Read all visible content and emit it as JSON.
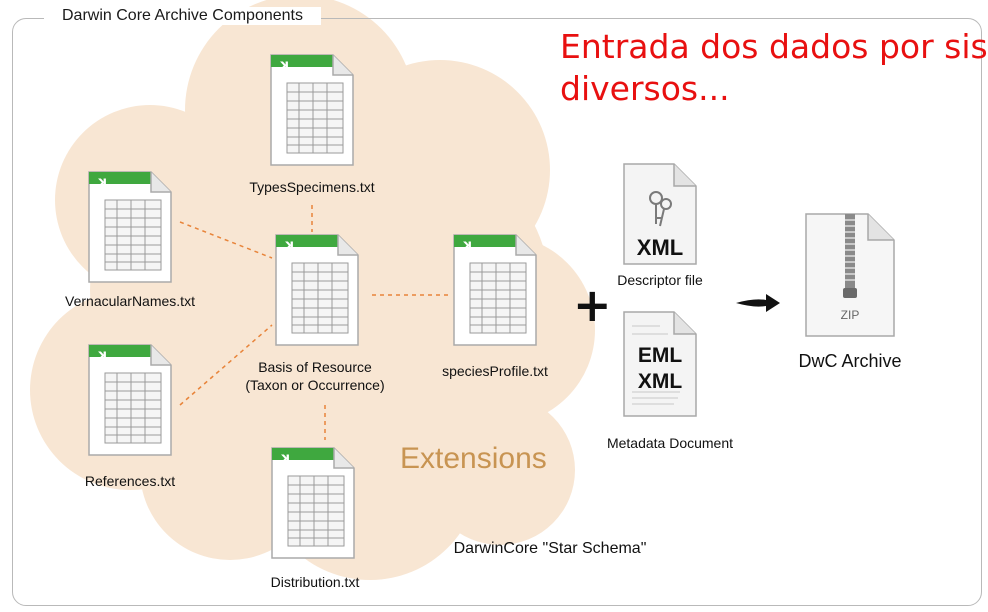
{
  "frame": {
    "title": "Darwin Core Archive Components"
  },
  "overlay": {
    "line1": "Entrada dos dados por sis",
    "line2": "diversos..."
  },
  "files": {
    "types": "TypesSpecimens.txt",
    "vernacular": "VernacularNames.txt",
    "core_line1": "Basis of Resource",
    "core_line2": "(Taxon or Occurrence)",
    "species": "speciesProfile.txt",
    "references": "References.txt",
    "distribution": "Distribution.txt"
  },
  "extensions_label": "Extensions",
  "schema_label": "DarwinCore \"Star Schema\"",
  "plus_symbol": "+",
  "descriptor": {
    "badge": "XML",
    "label": "Descriptor file"
  },
  "metadata": {
    "badge1": "EML",
    "badge2": "XML",
    "label": "Metadata Document"
  },
  "archive": {
    "badge": "ZIP",
    "label": "DwC Archive"
  },
  "colors": {
    "cloud": "#f8e6d3",
    "link": "#e8843a",
    "sheet_green": "#3fa83f",
    "overlay_text": "#e81010",
    "extensions_text": "#c89452"
  }
}
